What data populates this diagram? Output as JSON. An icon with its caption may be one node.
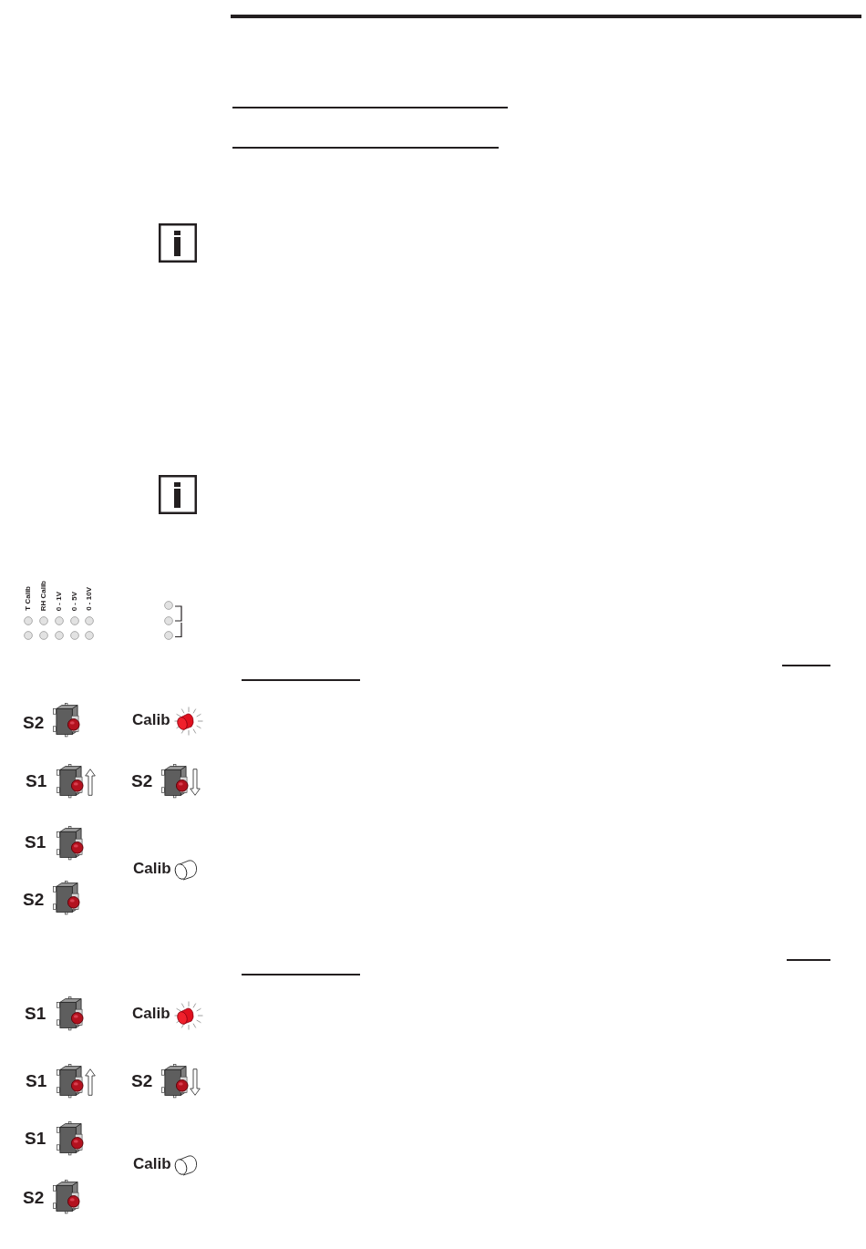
{
  "diagram": {
    "labels": [
      "T Calib",
      "RH Calib",
      "0 - 1V",
      "0 - 5V",
      "0 - 10V",
      "S2",
      "Calib",
      "S1",
      "S2",
      "S1",
      "Calib",
      "S2",
      "S1",
      "Calib",
      "S1",
      "S2",
      "S1",
      "Calib",
      "S2"
    ]
  }
}
